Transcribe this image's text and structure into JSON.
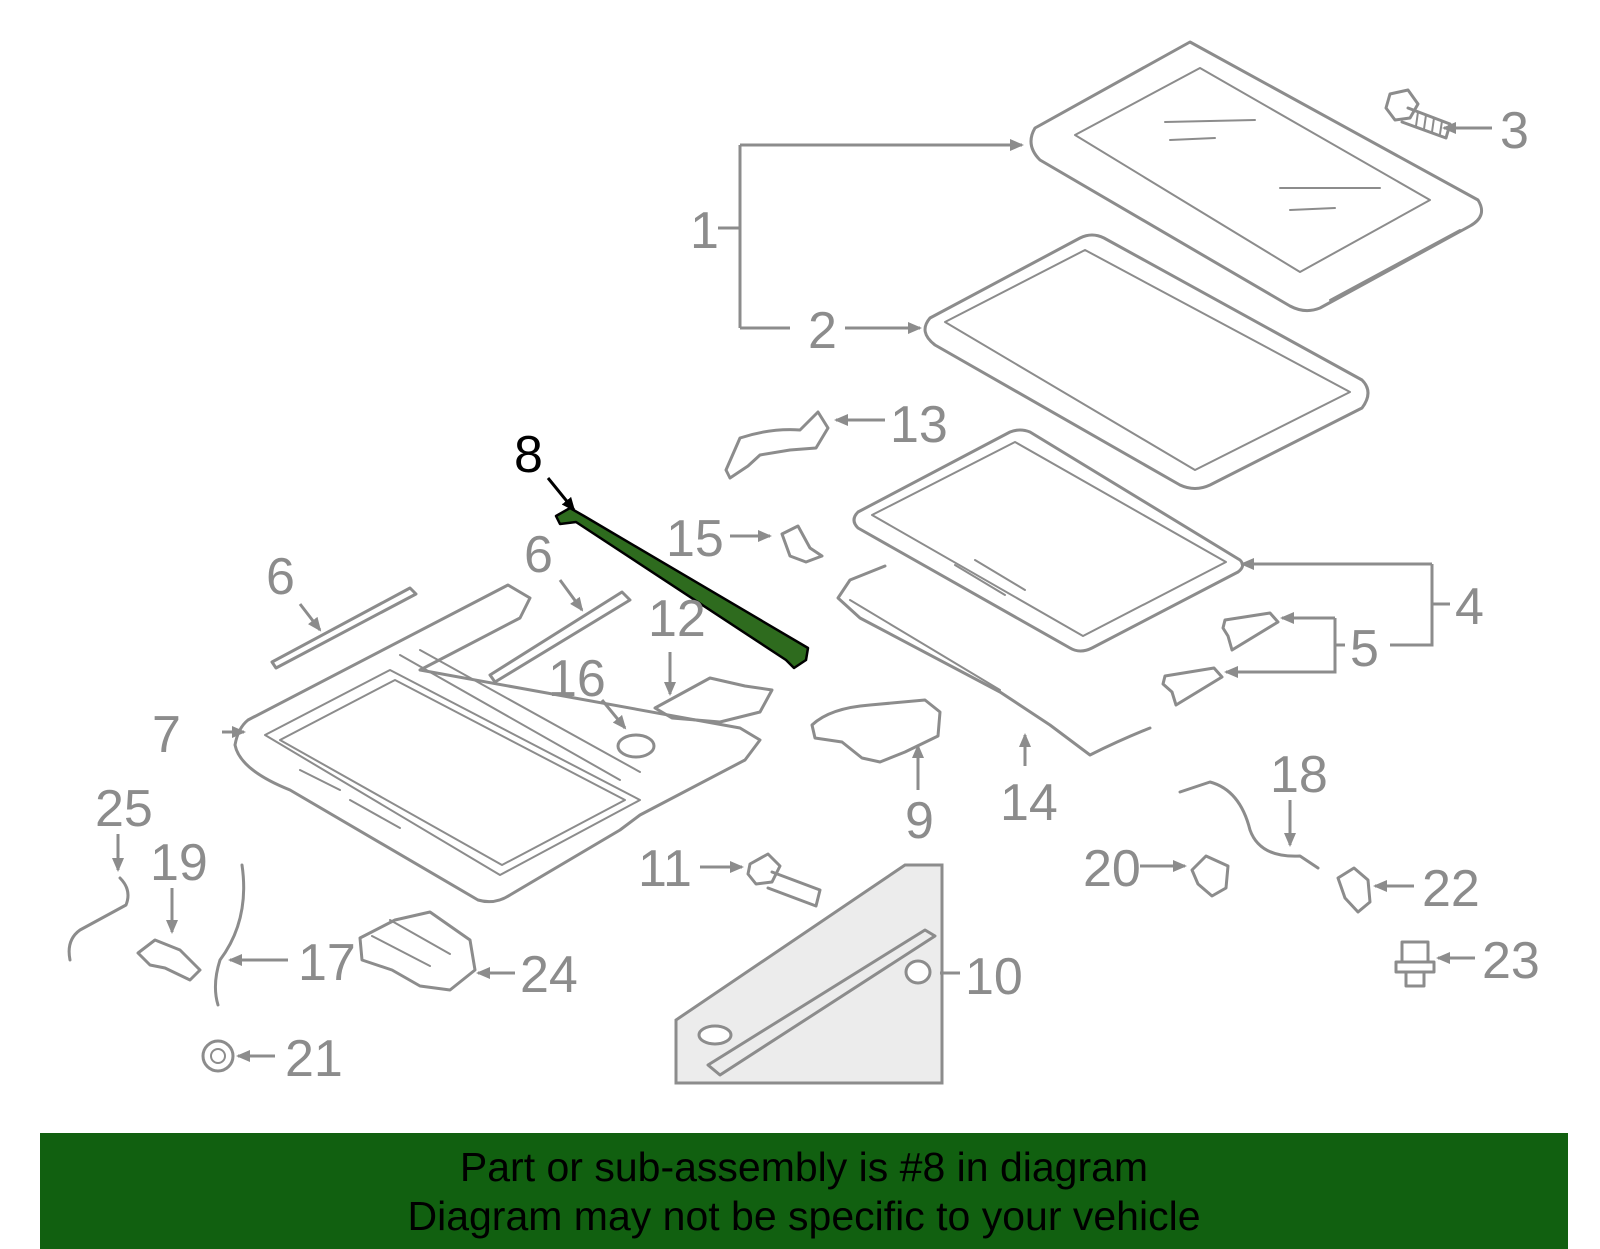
{
  "diagram": {
    "highlighted_callout": "8",
    "callouts": [
      "1",
      "2",
      "3",
      "4",
      "5",
      "6",
      "6",
      "7",
      "8",
      "9",
      "10",
      "11",
      "12",
      "13",
      "14",
      "15",
      "16",
      "17",
      "18",
      "19",
      "20",
      "21",
      "22",
      "23",
      "24",
      "25"
    ]
  },
  "banner": {
    "line1": "Part or sub-assembly is #8 in diagram",
    "line2": "Diagram may not be specific to your vehicle"
  },
  "colors": {
    "banner_bg": "#116010",
    "highlight_part": "#2e6b1e",
    "line_art": "#8c8c8c"
  }
}
